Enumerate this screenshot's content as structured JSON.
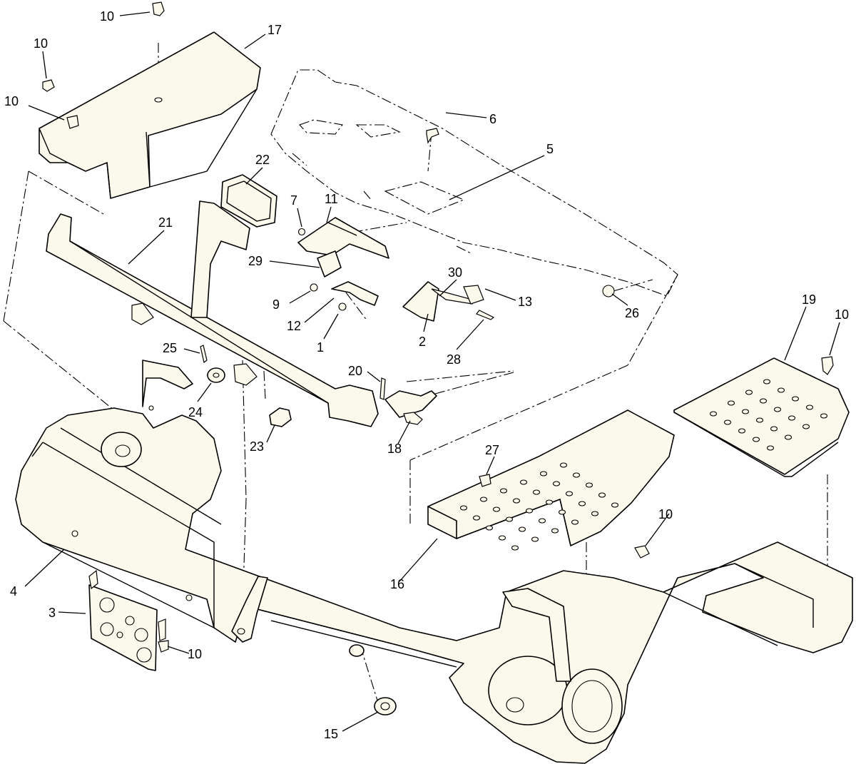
{
  "callouts": [
    {
      "id": "c-10-top",
      "label": "10"
    },
    {
      "id": "c-17",
      "label": "17"
    },
    {
      "id": "c-10-left-a",
      "label": "10"
    },
    {
      "id": "c-10-left-b",
      "label": "10"
    },
    {
      "id": "c-6",
      "label": "6"
    },
    {
      "id": "c-5",
      "label": "5"
    },
    {
      "id": "c-22",
      "label": "22"
    },
    {
      "id": "c-7",
      "label": "7"
    },
    {
      "id": "c-11",
      "label": "11"
    },
    {
      "id": "c-21",
      "label": "21"
    },
    {
      "id": "c-29",
      "label": "29"
    },
    {
      "id": "c-30",
      "label": "30"
    },
    {
      "id": "c-13",
      "label": "13"
    },
    {
      "id": "c-9",
      "label": "9"
    },
    {
      "id": "c-26",
      "label": "26"
    },
    {
      "id": "c-12",
      "label": "12"
    },
    {
      "id": "c-1",
      "label": "1"
    },
    {
      "id": "c-2",
      "label": "2"
    },
    {
      "id": "c-28",
      "label": "28"
    },
    {
      "id": "c-19",
      "label": "19"
    },
    {
      "id": "c-10-right",
      "label": "10"
    },
    {
      "id": "c-25",
      "label": "25"
    },
    {
      "id": "c-20",
      "label": "20"
    },
    {
      "id": "c-24",
      "label": "24"
    },
    {
      "id": "c-23",
      "label": "23"
    },
    {
      "id": "c-18",
      "label": "18"
    },
    {
      "id": "c-27",
      "label": "27"
    },
    {
      "id": "c-10-mid",
      "label": "10"
    },
    {
      "id": "c-4",
      "label": "4"
    },
    {
      "id": "c-16",
      "label": "16"
    },
    {
      "id": "c-3",
      "label": "3"
    },
    {
      "id": "c-10-bottom",
      "label": "10"
    },
    {
      "id": "c-15",
      "label": "15"
    }
  ]
}
